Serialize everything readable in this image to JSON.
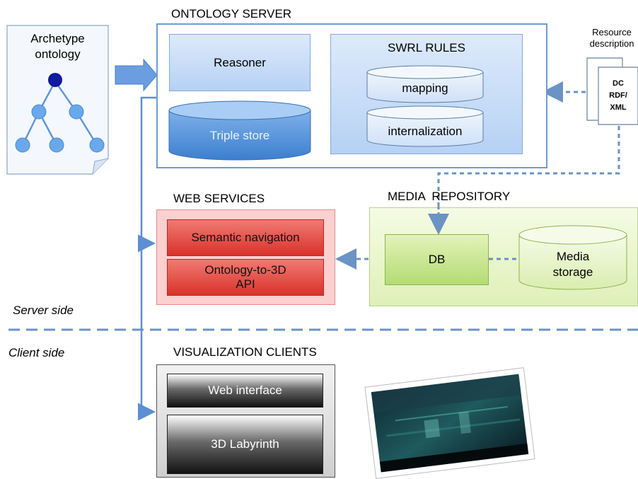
{
  "archetype": {
    "title_line1": "Archetype",
    "title_line2": "ontology"
  },
  "ontology_server": {
    "title": "ONTOLOGY SERVER",
    "reasoner": "Reasoner",
    "triple_store": "Triple store",
    "swrl": {
      "title": "SWRL RULES",
      "mapping": "mapping",
      "internalization": "internalization"
    }
  },
  "resource": {
    "title_line1": "Resource",
    "title_line2": "description",
    "doc_line1": "DC",
    "doc_line2": "RDF/",
    "doc_line3": "XML"
  },
  "web_services": {
    "title": "WEB SERVICES",
    "semantic_navigation": "Semantic navigation",
    "o2d_line1": "Ontology-to-3D",
    "o2d_line2": "API"
  },
  "media_repository": {
    "title": "MEDIA  REPOSITORY",
    "db": "DB",
    "media_line1": "Media",
    "media_line2": "storage"
  },
  "sides": {
    "server": "Server side",
    "client": "Client side"
  },
  "visualization_clients": {
    "title": "VISUALIZATION CLIENTS",
    "web_interface": "Web interface",
    "labyrinth": "3D Labyrinth"
  },
  "colors": {
    "blue_arrow": "#5b8fd1",
    "dash": "#6b93c4"
  }
}
